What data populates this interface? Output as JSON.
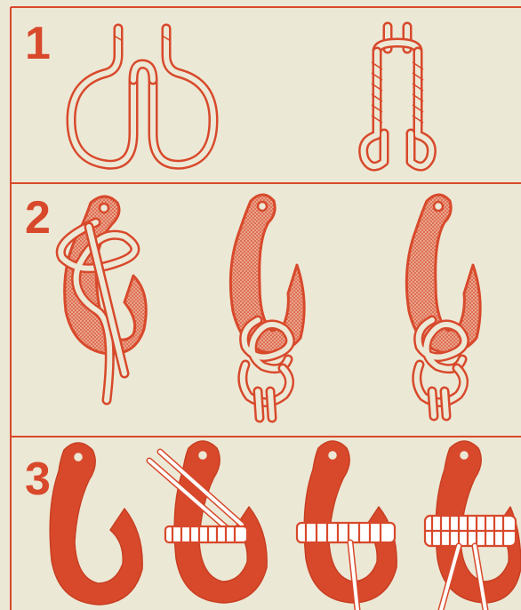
{
  "figure": {
    "steps": [
      {
        "number": "1"
      },
      {
        "number": "2"
      },
      {
        "number": "3"
      }
    ]
  },
  "colors": {
    "ink": "#d8492b",
    "paper": "#ece8d6"
  },
  "icons": [
    "rope-bight-icon",
    "hook-icon",
    "seizing-icon"
  ]
}
